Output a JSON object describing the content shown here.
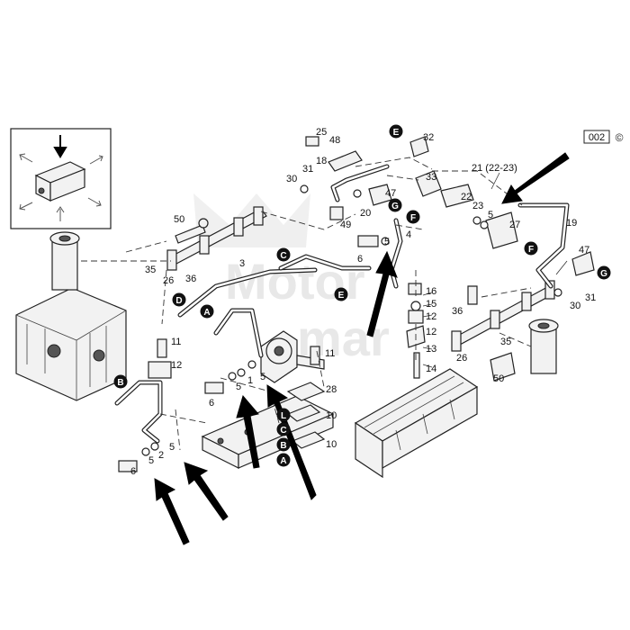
{
  "diagram_code": "002",
  "copyright_symbol": "©",
  "watermark": {
    "line1": "Motor",
    "line2": "mar"
  },
  "labels": {
    "n25": "25",
    "n48": "48",
    "n18": "18",
    "n31a": "31",
    "n30a": "30",
    "n49": "49",
    "n20": "20",
    "n47a": "47",
    "n32": "32",
    "n33": "33",
    "n21": "21 (22-23)",
    "n22": "22",
    "n23": "23",
    "n5a": "5",
    "n27": "27",
    "n19": "19",
    "n50a": "50",
    "n35a": "35",
    "n26a": "26",
    "n36a": "36",
    "n3": "3",
    "n6a": "6",
    "n5b": "5",
    "n4": "4",
    "n16": "16",
    "n15": "15",
    "n12a": "12",
    "n12b": "12",
    "n13": "13",
    "n14": "14",
    "n47b": "47",
    "n31b": "31",
    "n30b": "30",
    "n36b": "36",
    "n35b": "35",
    "n26b": "26",
    "n50b": "50",
    "n11a": "11",
    "n12c": "12",
    "n11b": "11",
    "n6b": "6",
    "n5c": "5",
    "n1": "1",
    "n5d": "5",
    "n28": "28",
    "n10a": "10",
    "n10b": "10",
    "n6c": "6",
    "n5e": "5",
    "n2": "2",
    "n5f": "5"
  },
  "callouts": {
    "c_e1": "E",
    "c_g1": "G",
    "c_f1": "F",
    "c_f2": "F",
    "c_c1": "C",
    "c_d": "D",
    "c_a1": "A",
    "c_e2": "E",
    "c_g2": "G",
    "c_b1": "B",
    "c_l": "L",
    "c_c2": "C",
    "c_b2": "B",
    "c_a2": "A"
  }
}
